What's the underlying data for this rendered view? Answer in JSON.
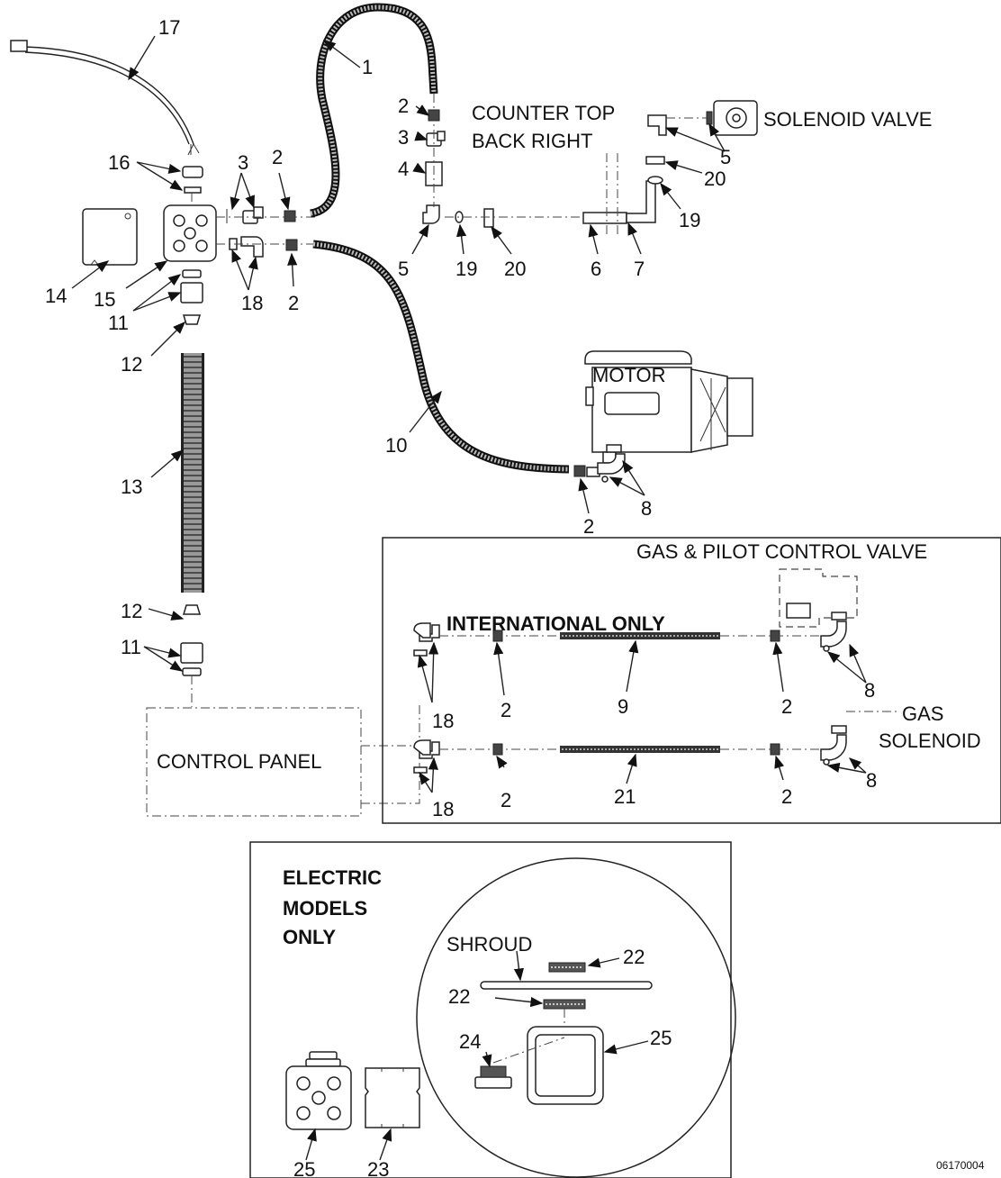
{
  "labels": {
    "counter_top": "COUNTER TOP",
    "back_right": "BACK RIGHT",
    "solenoid_valve": "SOLENOID VALVE",
    "motor": "MOTOR",
    "gas_pilot": "GAS & PILOT CONTROL VALVE",
    "international_only": "INTERNATIONAL ONLY",
    "gas": "GAS",
    "solenoid": "SOLENOID",
    "control_panel": "CONTROL PANEL",
    "electric": "ELECTRIC",
    "models": "MODELS",
    "only": "ONLY",
    "shroud": "SHROUD",
    "drawing_no": "06170004"
  },
  "callouts": {
    "n1": "1",
    "n2": "2",
    "n3": "3",
    "n4": "4",
    "n5": "5",
    "n6": "6",
    "n7": "7",
    "n8": "8",
    "n9": "9",
    "n10": "10",
    "n11": "11",
    "n12": "12",
    "n13": "13",
    "n14": "14",
    "n15": "15",
    "n16": "16",
    "n17": "17",
    "n18": "18",
    "n19": "19",
    "n20": "20",
    "n21": "21",
    "n22": "22",
    "n23": "23",
    "n24": "24",
    "n25": "25"
  }
}
